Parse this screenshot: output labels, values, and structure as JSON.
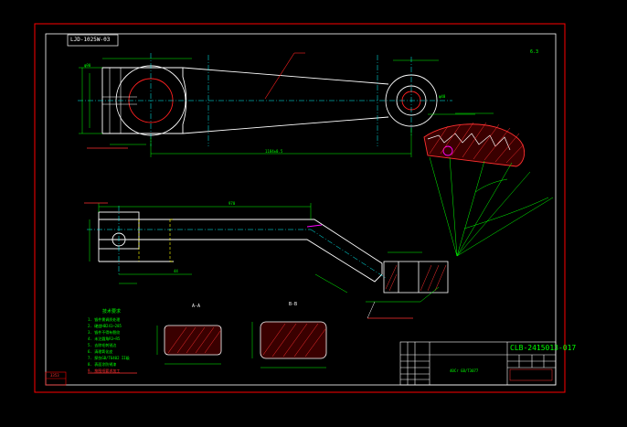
{
  "drawing": {
    "project_code": "LJD-1025W-03",
    "part_number": "CLB-2415013-017",
    "sheet_corner_code": "3353",
    "section_a_label": "A-A",
    "section_b_label": "B-B",
    "roughness_mark": "6.3",
    "tech_requirements_heading": "技术要求",
    "tech_requirements": [
      "1. 锻件需调质处理",
      "2. 硬度HB241~285",
      "3. 锻件不得有裂纹",
      "4. 未注圆角R3~R5",
      "5. 去除毛刺锐边",
      "6. 清理氧化皮",
      "7. 探伤GB/T6402 II级",
      "8. 表面涂防锈漆",
      "9. 按图纸要求加工"
    ],
    "material": "40Cr GB/T3077",
    "dims": {
      "overall_length": "1184±0.5",
      "bore_small": "φ40",
      "bore_big": "φ90",
      "side_length": "970",
      "offset": "44"
    }
  },
  "colors": {
    "background": "#000000",
    "frame": "#ff0000",
    "outline": "#ffffff",
    "dimension": "#00ff00",
    "centerline": "#00ffff",
    "hatch": "#ff3030",
    "hidden": "#ffff00",
    "annotation": "#ff00ff"
  }
}
